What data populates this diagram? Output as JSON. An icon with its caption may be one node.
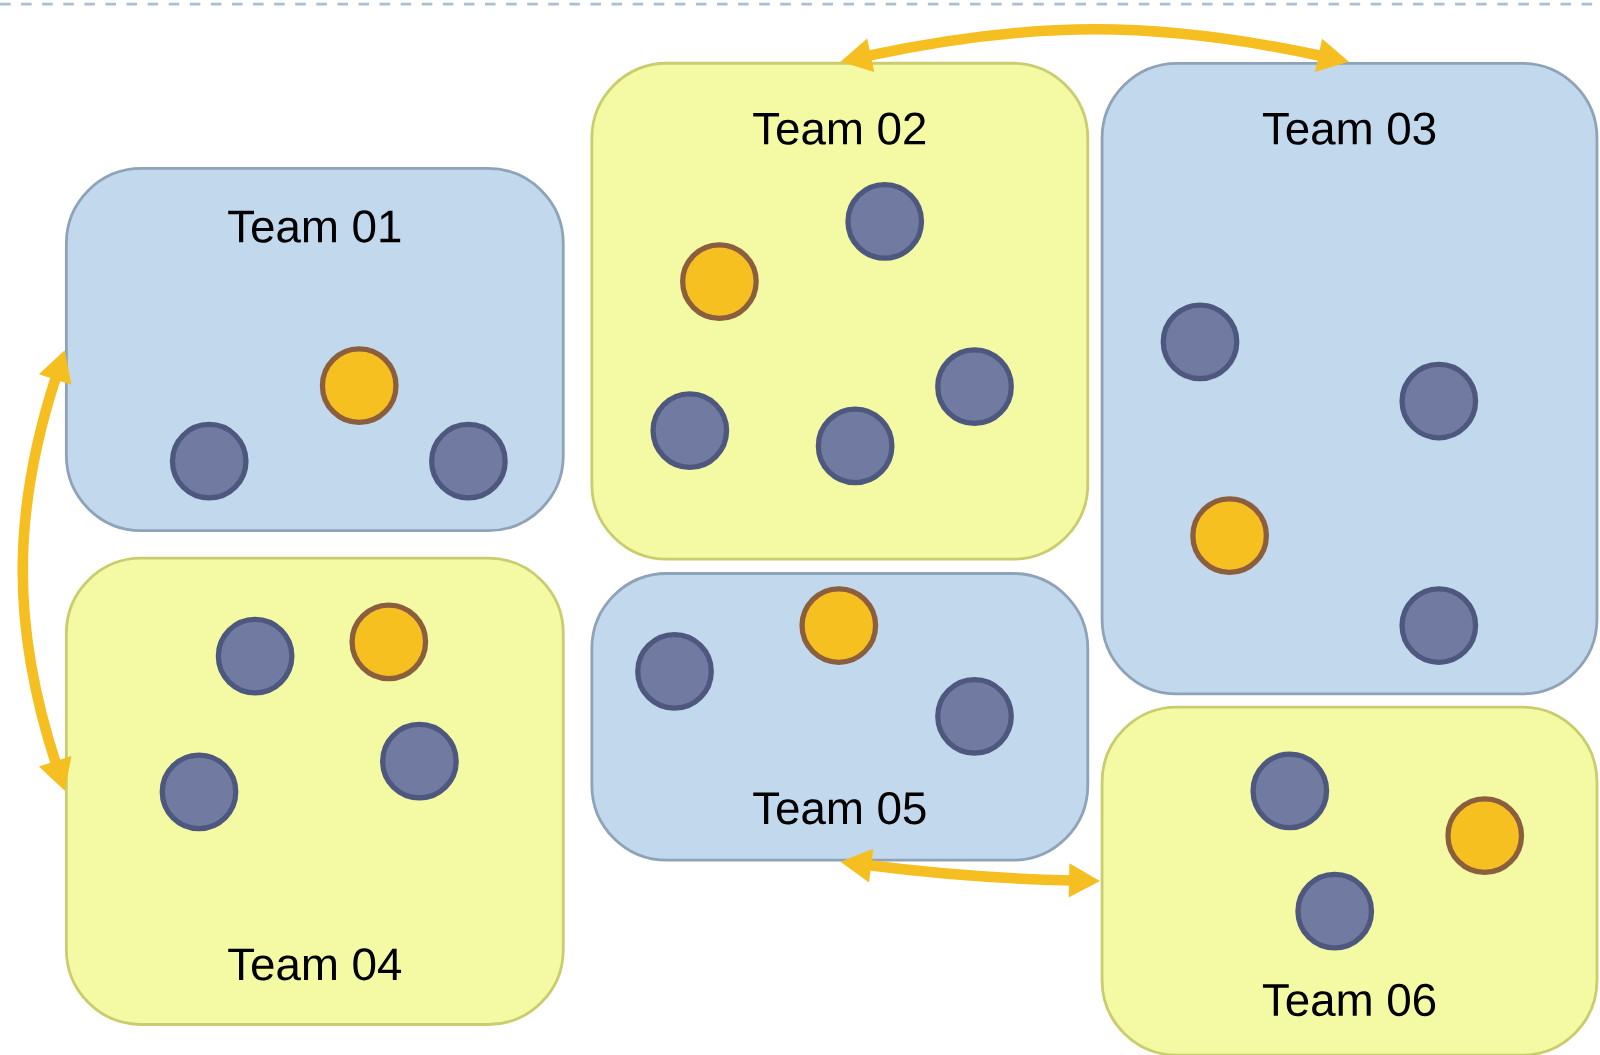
{
  "diagram": {
    "nodes": [
      {
        "text": [
          "Team 01"
        ]
      },
      {
        "text": [
          "Team 02"
        ]
      },
      {
        "text": [
          "Team 03"
        ]
      },
      {
        "text": [
          "Team 04"
        ]
      },
      {
        "text": [
          "Team 05"
        ]
      },
      {
        "text": [
          "Team 06"
        ]
      },
      {
        "text": [],
        "shape": "circle",
        "in": 0
      },
      {
        "text": [],
        "shape": "circle",
        "in": 0
      },
      {
        "text": [],
        "shape": "circle",
        "in": 0
      },
      {
        "text": [],
        "shape": "circle",
        "in": 1
      },
      {
        "text": [],
        "shape": "circle",
        "in": 1
      },
      {
        "text": [],
        "shape": "circle",
        "in": 1
      },
      {
        "text": [],
        "shape": "circle",
        "in": 1
      },
      {
        "text": [],
        "shape": "circle",
        "in": 1
      },
      {
        "text": [],
        "shape": "circle",
        "in": 2
      },
      {
        "text": [],
        "shape": "circle",
        "in": 2
      },
      {
        "text": [],
        "shape": "circle",
        "in": 2
      },
      {
        "text": [],
        "shape": "circle",
        "in": 2
      },
      {
        "text": [],
        "shape": "circle",
        "in": 3
      },
      {
        "text": [],
        "shape": "circle",
        "in": 3
      },
      {
        "text": [],
        "shape": "circle",
        "in": 3
      },
      {
        "text": [],
        "shape": "circle",
        "in": 3
      },
      {
        "text": [],
        "shape": "circle",
        "in": 4
      },
      {
        "text": [],
        "shape": "circle",
        "in": 4
      },
      {
        "text": [],
        "shape": "circle",
        "in": 4
      },
      {
        "text": [],
        "shape": "circle",
        "in": 5
      },
      {
        "text": [],
        "shape": "circle",
        "in": 5
      },
      {
        "text": [],
        "shape": "circle",
        "in": 5
      }
    ],
    "edges": [
      {
        "from": 1,
        "to": 2,
        "arrow": "both"
      },
      {
        "from": 0,
        "to": 3,
        "arrow": "both"
      },
      {
        "from": 4,
        "to": 5,
        "arrow": "both"
      }
    ]
  }
}
